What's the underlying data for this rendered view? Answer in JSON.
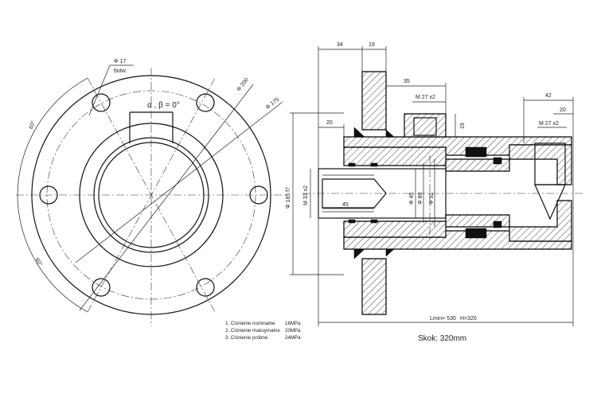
{
  "flange_view": {
    "hole_dia": "Φ 17",
    "hole_count": "6otw.",
    "angle_label": "α , β = 0°",
    "bolt_circle": "Φ 200",
    "pitch_circle": "Φ 175",
    "angle_top": "60°",
    "angle_bottom": "60°"
  },
  "section_view": {
    "dim_34": "34",
    "dim_19_top": "19",
    "dim_35": "35",
    "thread_port_1": "M 27 x2",
    "dim_19_side": "19",
    "dim_42": "42",
    "dim_20_right": "20",
    "thread_port_2": "M 27 x2",
    "dim_20_left": "20",
    "dia_body": "Φ 185 f7",
    "thread_rod": "M 33 x2",
    "dim_45": "45",
    "dia_45": "Φ 45",
    "dia_80": "Φ 80",
    "dia_92": "Φ 92",
    "length_label": "Lmin= 530",
    "stroke_h": "H=320"
  },
  "notes": {
    "items": [
      {
        "label": "1. Ciśnienie nominalne",
        "value": "16MPa"
      },
      {
        "label": "2. Ciśnienie maksymalne",
        "value": "20MPa"
      },
      {
        "label": "3. Ciśnienie próbne",
        "value": "24MPa"
      }
    ],
    "stroke_caption": "Skok: 320mm"
  }
}
